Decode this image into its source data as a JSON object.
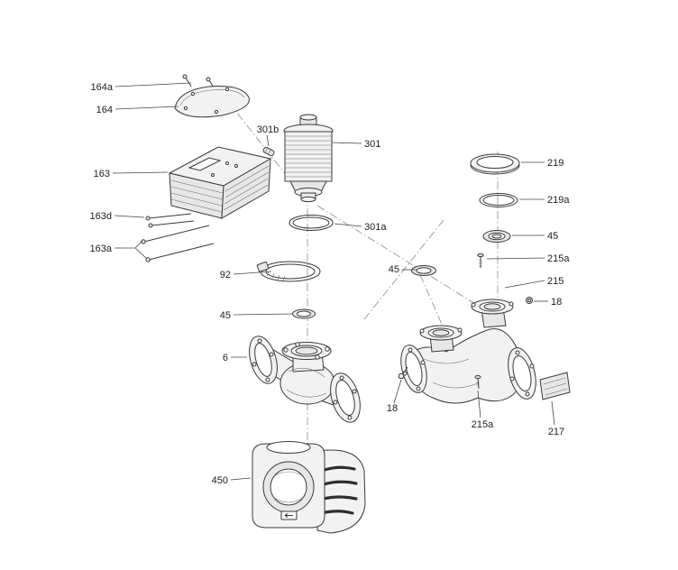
{
  "diagram": {
    "background": "#ffffff",
    "line_color": "#3a3a3a",
    "label_color": "#1c1c1c",
    "axis_line_style": "dash-dot"
  },
  "callouts": [
    {
      "label": "164a"
    },
    {
      "label": "164"
    },
    {
      "label": "163"
    },
    {
      "label": "163d"
    },
    {
      "label": "163a"
    },
    {
      "label": "301b"
    },
    {
      "label": "301"
    },
    {
      "label": "301a"
    },
    {
      "label": "92"
    },
    {
      "label": "45"
    },
    {
      "label": "6"
    },
    {
      "label": "450"
    },
    {
      "label": "219"
    },
    {
      "label": "219a"
    },
    {
      "label": "45"
    },
    {
      "label": "215a"
    },
    {
      "label": "215"
    },
    {
      "label": "18"
    },
    {
      "label": "45"
    },
    {
      "label": "18"
    },
    {
      "label": "215a"
    },
    {
      "label": "217"
    }
  ]
}
